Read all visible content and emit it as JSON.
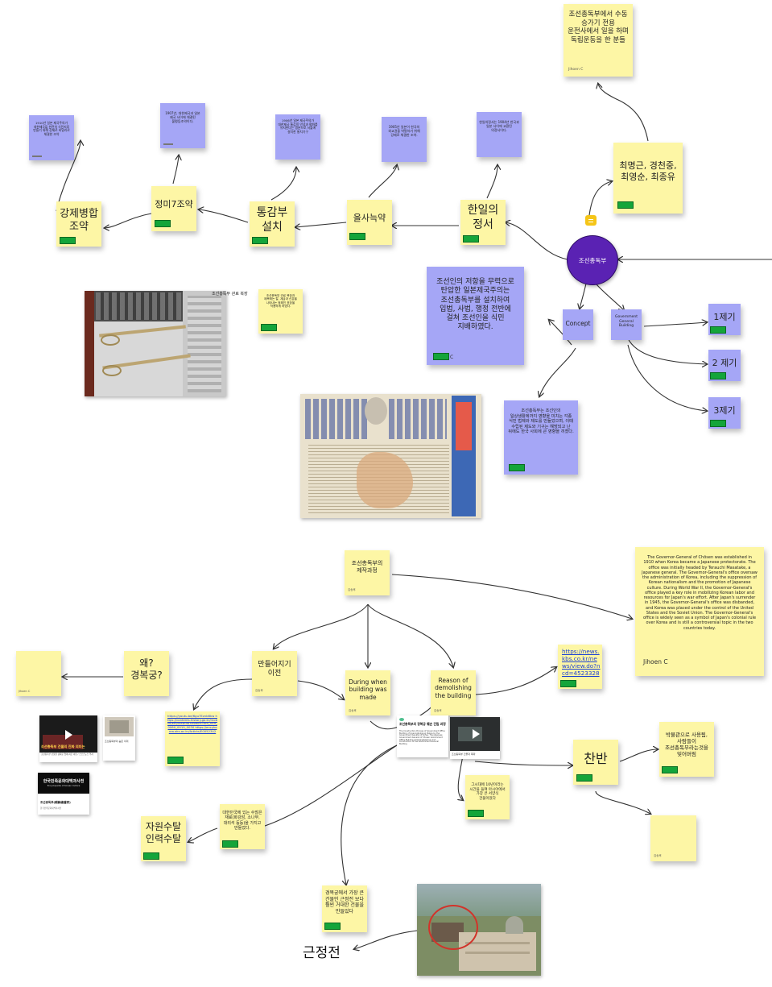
{
  "notes": {
    "gangje": "강제병합 조약",
    "n1910": "1910년 일본 제국주의가 대한제국을 완전히 식민지로 만들기 위해 강제로 비밀리로 체결한 조약",
    "jeongmi": "정미7조약",
    "n1907": "1907년, 대한제국과 일본 제국 사이에 체결된 불평등조약이다.",
    "tonggambu": "통감부 설치",
    "n1906": "1906년 일본 제국주의가 대한제국 통감의 안녕과 평화를 유지한다는 명분으로 서울에 설치한 통치기구",
    "eulsa": "을사늑약",
    "n1905": "1905년 일본이 한국의 외교권을 박탈하기 위해 강제로 체결한 조약.",
    "hanil": "한일의 정서",
    "hanil_sub": "한일의정서는 1904년 한국과 일본 사이에 교환된 의정서이다.",
    "independence": "조선총독부에서 수동 승가기 전용 운전사에서 일을 하며 독립운동을 한 분들",
    "independence_author": "Jihoen C",
    "names": "최명근, 경천중, 최영순, 최종유",
    "center": "조선총독부",
    "resistance": "조선인의 저항을 무력으로 탄압한 일본제국주의는 조선총독부를 설치하여 입법, 사법, 행정 전반에 걸쳐 조선인을 식민 지배하였다.",
    "resistance_author": "C",
    "concept": "Concept",
    "gov_bldg": "Government General Building",
    "daily": "조선총독부는 조선인의 일상생활에까지 영향을 미치는 각종 식민 법제와 제도를 만들었으며, 이때 수립된 제도와 기구는 해방되고 난 뒤에도 한국 사회에 큰 영향을 끼쳤다.",
    "je1": "1제기",
    "je2": "2 제기",
    "je3": "3제기",
    "caption_photo": "조선총독부 관료 복장",
    "small_uniform": "조선총독부 관료 복장과 제복에는 칼, 계급과 신분을 나타내는 정해진 표장을 착용하게 하였다.",
    "making": "조선총독부의 제작과정",
    "making_author": "김송후",
    "english": "The Governor-General of Chōsen was established in 1910 when Korea became a Japanese protectorate. The office was initially headed by Terauchi Masatake, a Japanese general. The Governor-General's office oversaw the administration of Korea, including the suppression of Korean nationalism and the promotion of Japanese culture. During World War II, the Governor-General's office played a key role in mobilizing Korean labor and resources for Japan's war effort. After Japan's surrender in 1945, the Governor-General's office was disbanded, and Korea was placed under the control of the United States and the Soviet Union. The Governor-General's office is widely seen as a symbol of Japan's colonial rule over Korea and is still a controversial topic in the two countries today.",
    "english_author": "Jihoen C",
    "before": "만들어지기 이전",
    "before_author": "김송후",
    "why": "왜? 경복궁?",
    "blank_author": "Jihoen C",
    "during": "During when building was made",
    "during_author": "김송후",
    "reason": "Reason of demolishing the building",
    "reason_author": "김송후",
    "kbs_link": "https://news.kbs.co.kr/news/view.do?ncd=4523328",
    "links": "https://youtu.be/6gu7Eznb6kw https://contents.history.go.kr/mobile/km/view.do?levelId=km_049_0060_0010_0030 https://encykorea.aks.ac.kr/Article/E0052342",
    "chanban": "찬반",
    "museum": "박물관으로 사용됨, 사람들이 조선총독부라는것을 잊어버림",
    "cost": "그시대에 10년이라는 시간을 들여 아시아에서 가장 큰 서양식 건물이었다",
    "materials": "대한민국에 있는 수많은 재료(화강암, 소나무, 대리석 등등)을 가지고 만들었다.",
    "jawon": "자원수탈 인력수탈",
    "gyeongbok": "경복궁에서 가장 큰 건물인 근정전 보다 훨씬 거대한 건물을 만들었다",
    "geunjeong": "근정전",
    "blank2_author": "김송후",
    "article_title": "조선총독부의 경복궁 훼손 건립 과정",
    "article_body": "The Construction Process of Government Office Building of Gyeongbokgung Palace by the Government-General of Korea: The Japanese Government-General of Chosen Government Office Building of Gwanghwamun and Construction of the Government General Building",
    "encyclopedia_title": "한국민족문화대백과사전",
    "encyclopedia_sub": "Encyclopedia of Korean Culture",
    "encyclopedia_item": "조선총독부(朝鮮總督府)",
    "encyclopedia_meta": "한국민족문화대백과사전",
    "video1_caption": "조선총독부 건물의 진짜 의미는",
    "video1_meta": "조선총독부 건물을 광화문 앞에 지은 이유 / 스브스뉴스 역사",
    "video2_caption": "조선총독부 건물과 폭파",
    "thumb_caption": "조선총독부의 숨은 의미"
  },
  "colors": {
    "yellow_note": "#fdf6a5",
    "purple_note": "#a5a6f6",
    "center_node": "#5a22b3",
    "tag_green": "#14a53a",
    "link_blue": "#1a3fd6",
    "orange_badge": "#f5c518"
  }
}
